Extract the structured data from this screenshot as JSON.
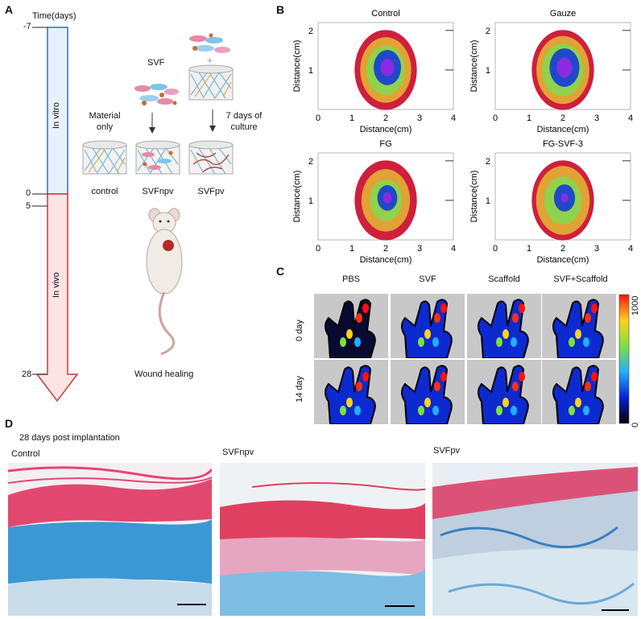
{
  "panel_labels": {
    "a": "A",
    "b": "B",
    "c": "C",
    "d": "D"
  },
  "panel_a": {
    "axis_title": "Time(days)",
    "ticks": [
      "-7",
      "0",
      "5",
      "28"
    ],
    "in_vitro": "In vitro",
    "in_vivo": "In vivo",
    "svf_label": "SVF",
    "material_line1": "Material",
    "material_line2": "only",
    "culture_line1": "7 days of",
    "culture_line2": "culture",
    "group_labels": [
      "control",
      "SVFnpv",
      "SVFpv"
    ],
    "wound_healing": "Wound healing",
    "colors": {
      "vitro_fill": "#e8f1fb",
      "vitro_border": "#2f6eb5",
      "vivo_fill": "#fde4e4",
      "vivo_border": "#cc3a3a"
    }
  },
  "panel_b": {
    "plots": [
      {
        "title": "Control"
      },
      {
        "title": "Gauze"
      },
      {
        "title": "FG"
      },
      {
        "title": "FG-SVF-3"
      }
    ],
    "xlabel": "Distance(cm)",
    "ylabel": "Distance(cm)",
    "xticks": [
      "0",
      "1",
      "2",
      "3",
      "4"
    ],
    "yticks": [
      "1",
      "2"
    ],
    "contour_colors": [
      "#cf1f3c",
      "#e2a235",
      "#8fd24c",
      "#1f49c9",
      "#8a2be2"
    ]
  },
  "panel_c": {
    "columns": [
      "PBS",
      "SVF",
      "Scaffold",
      "SVF+Scaffold"
    ],
    "rows": [
      "0 day",
      "14 day"
    ],
    "colorbar_max": "1000",
    "colorbar_min": "0"
  },
  "panel_d": {
    "subtitle": "28 days post implantation",
    "groups": [
      "Control",
      "SVFnpv",
      "SVFpv"
    ],
    "colors": {
      "collagen_blue": "#3a9ad6",
      "tissue_red": "#e0456f",
      "background": "#eef3f7"
    }
  }
}
